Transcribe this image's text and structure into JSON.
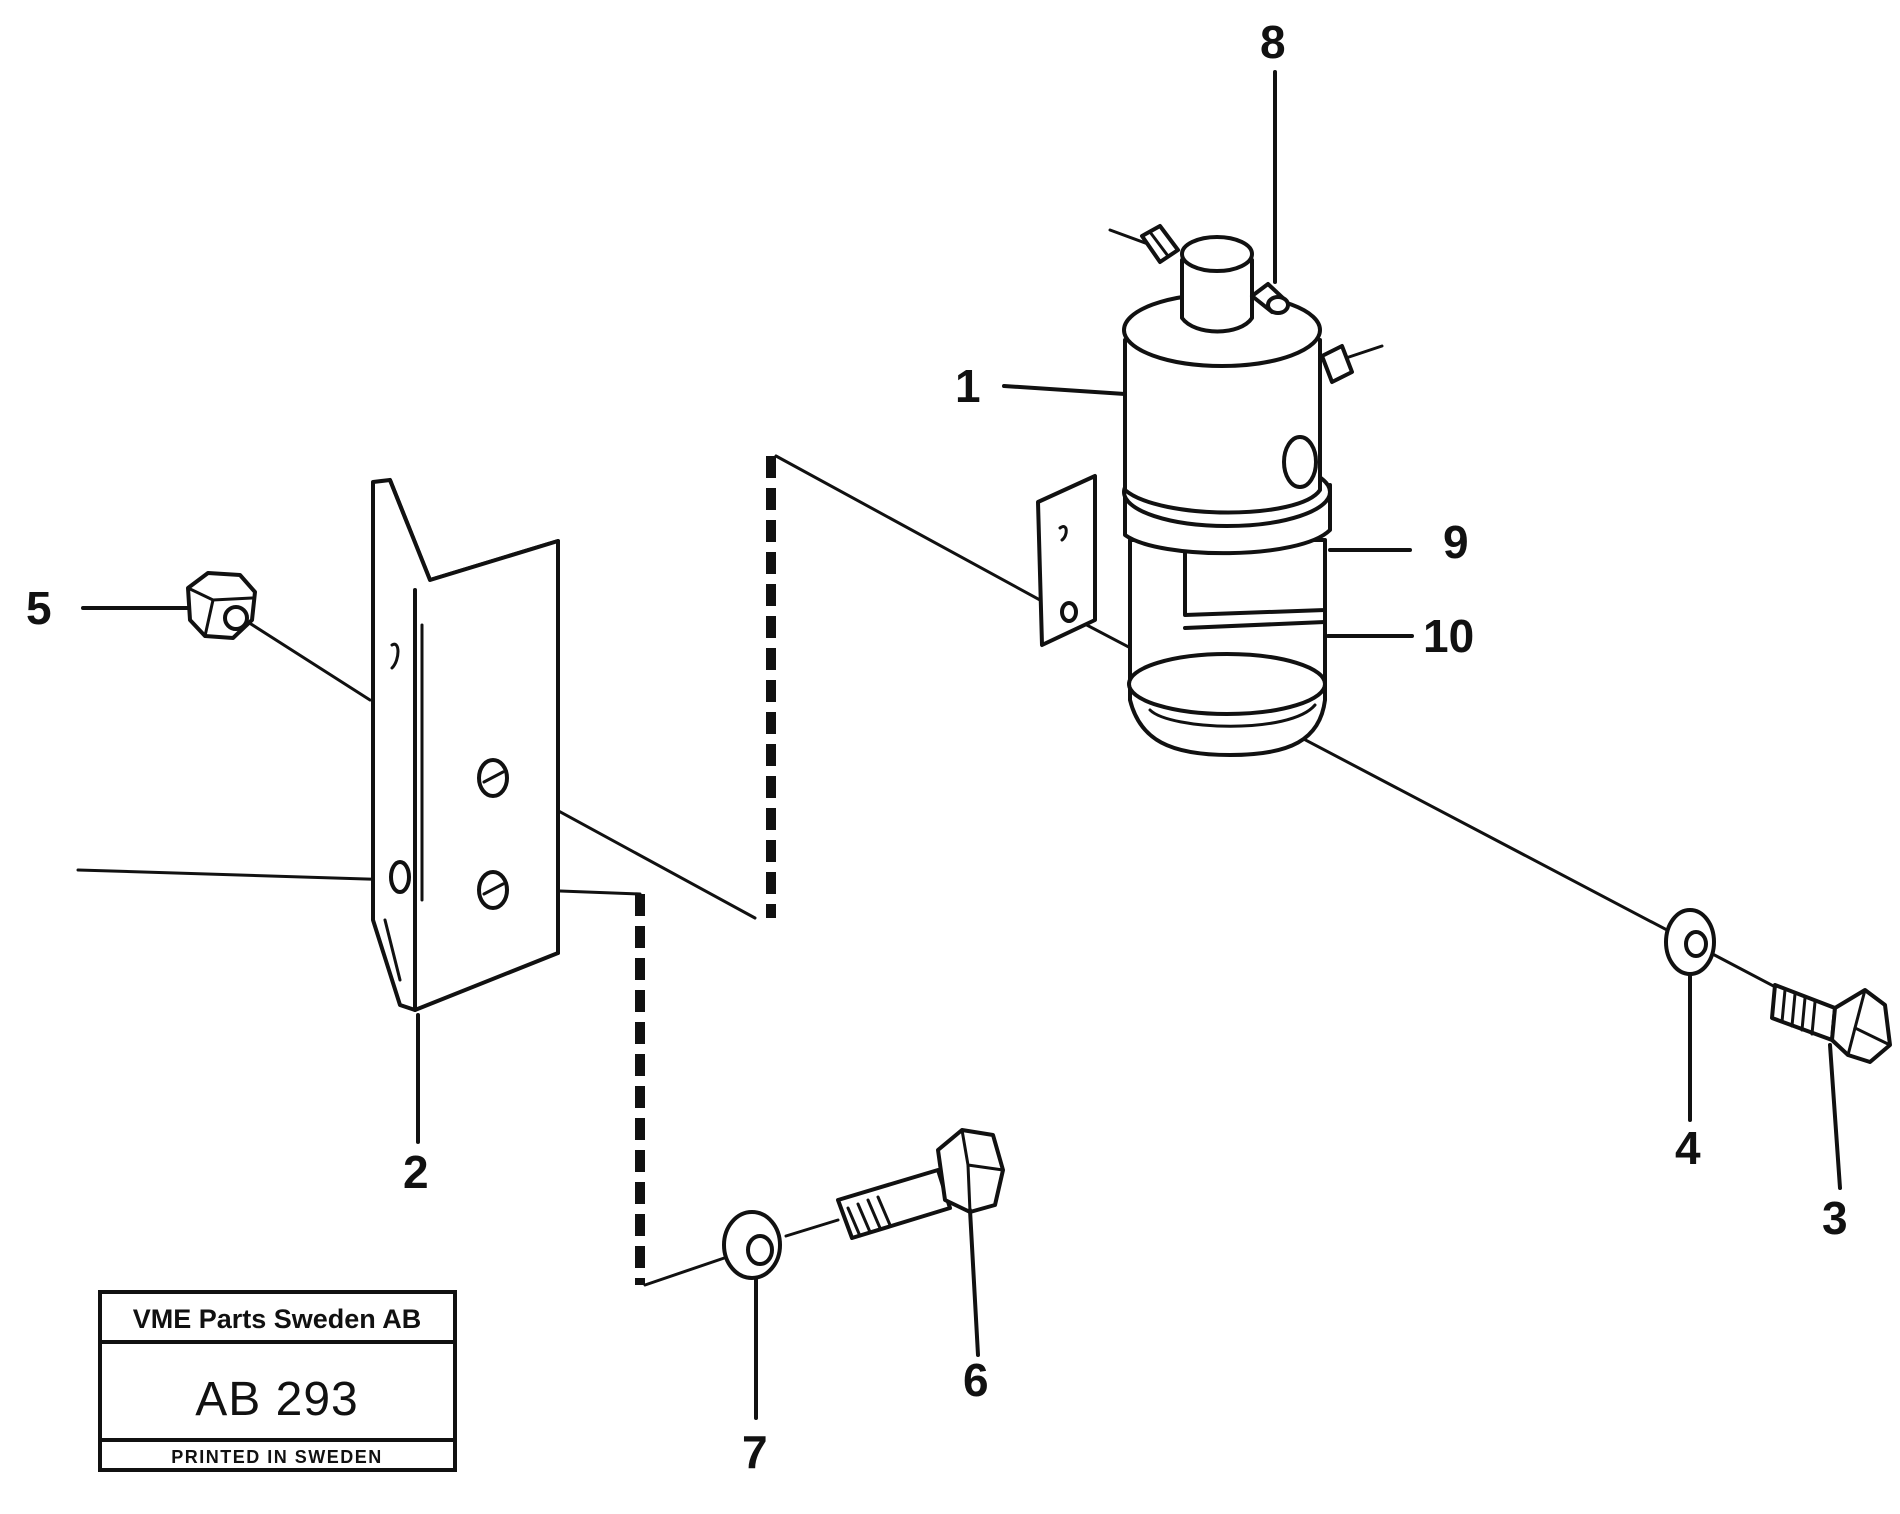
{
  "callouts": {
    "c1": "1",
    "c2": "2",
    "c3": "3",
    "c4": "4",
    "c5": "5",
    "c6": "6",
    "c7": "7",
    "c8": "8",
    "c9": "9",
    "c10": "10"
  },
  "stamp": {
    "company": "VME Parts Sweden AB",
    "code": "AB 293",
    "printed": "PRINTED IN SWEDEN"
  }
}
